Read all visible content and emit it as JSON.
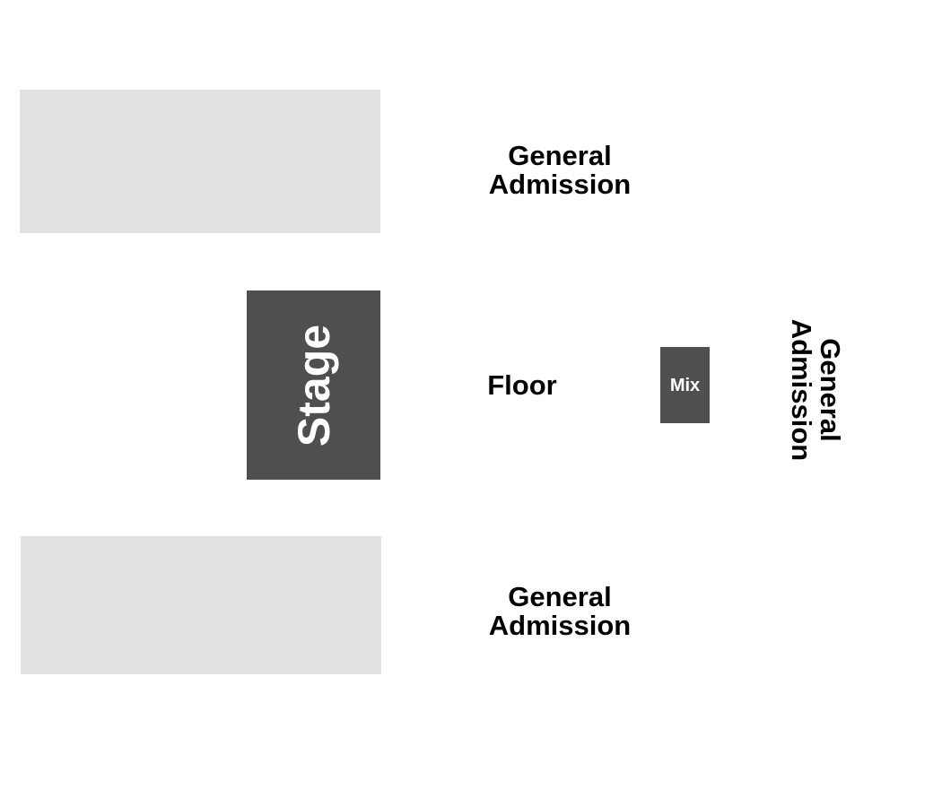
{
  "map": {
    "sections": {
      "ga_top": {
        "line1": "General",
        "line2": "Admission"
      },
      "ga_bottom": {
        "line1": "General",
        "line2": "Admission"
      },
      "ga_right": {
        "line1": "General",
        "line2": "Admission"
      },
      "floor": "Floor",
      "stage": "Stage",
      "mix": "Mix"
    },
    "colors": {
      "background": "#ffffff",
      "side_blocks": "#e1e1e1",
      "stage_fill": "#4f4f4f",
      "mix_fill": "#4f4f4f",
      "text_dark": "#000000",
      "text_light": "#ffffff"
    }
  }
}
